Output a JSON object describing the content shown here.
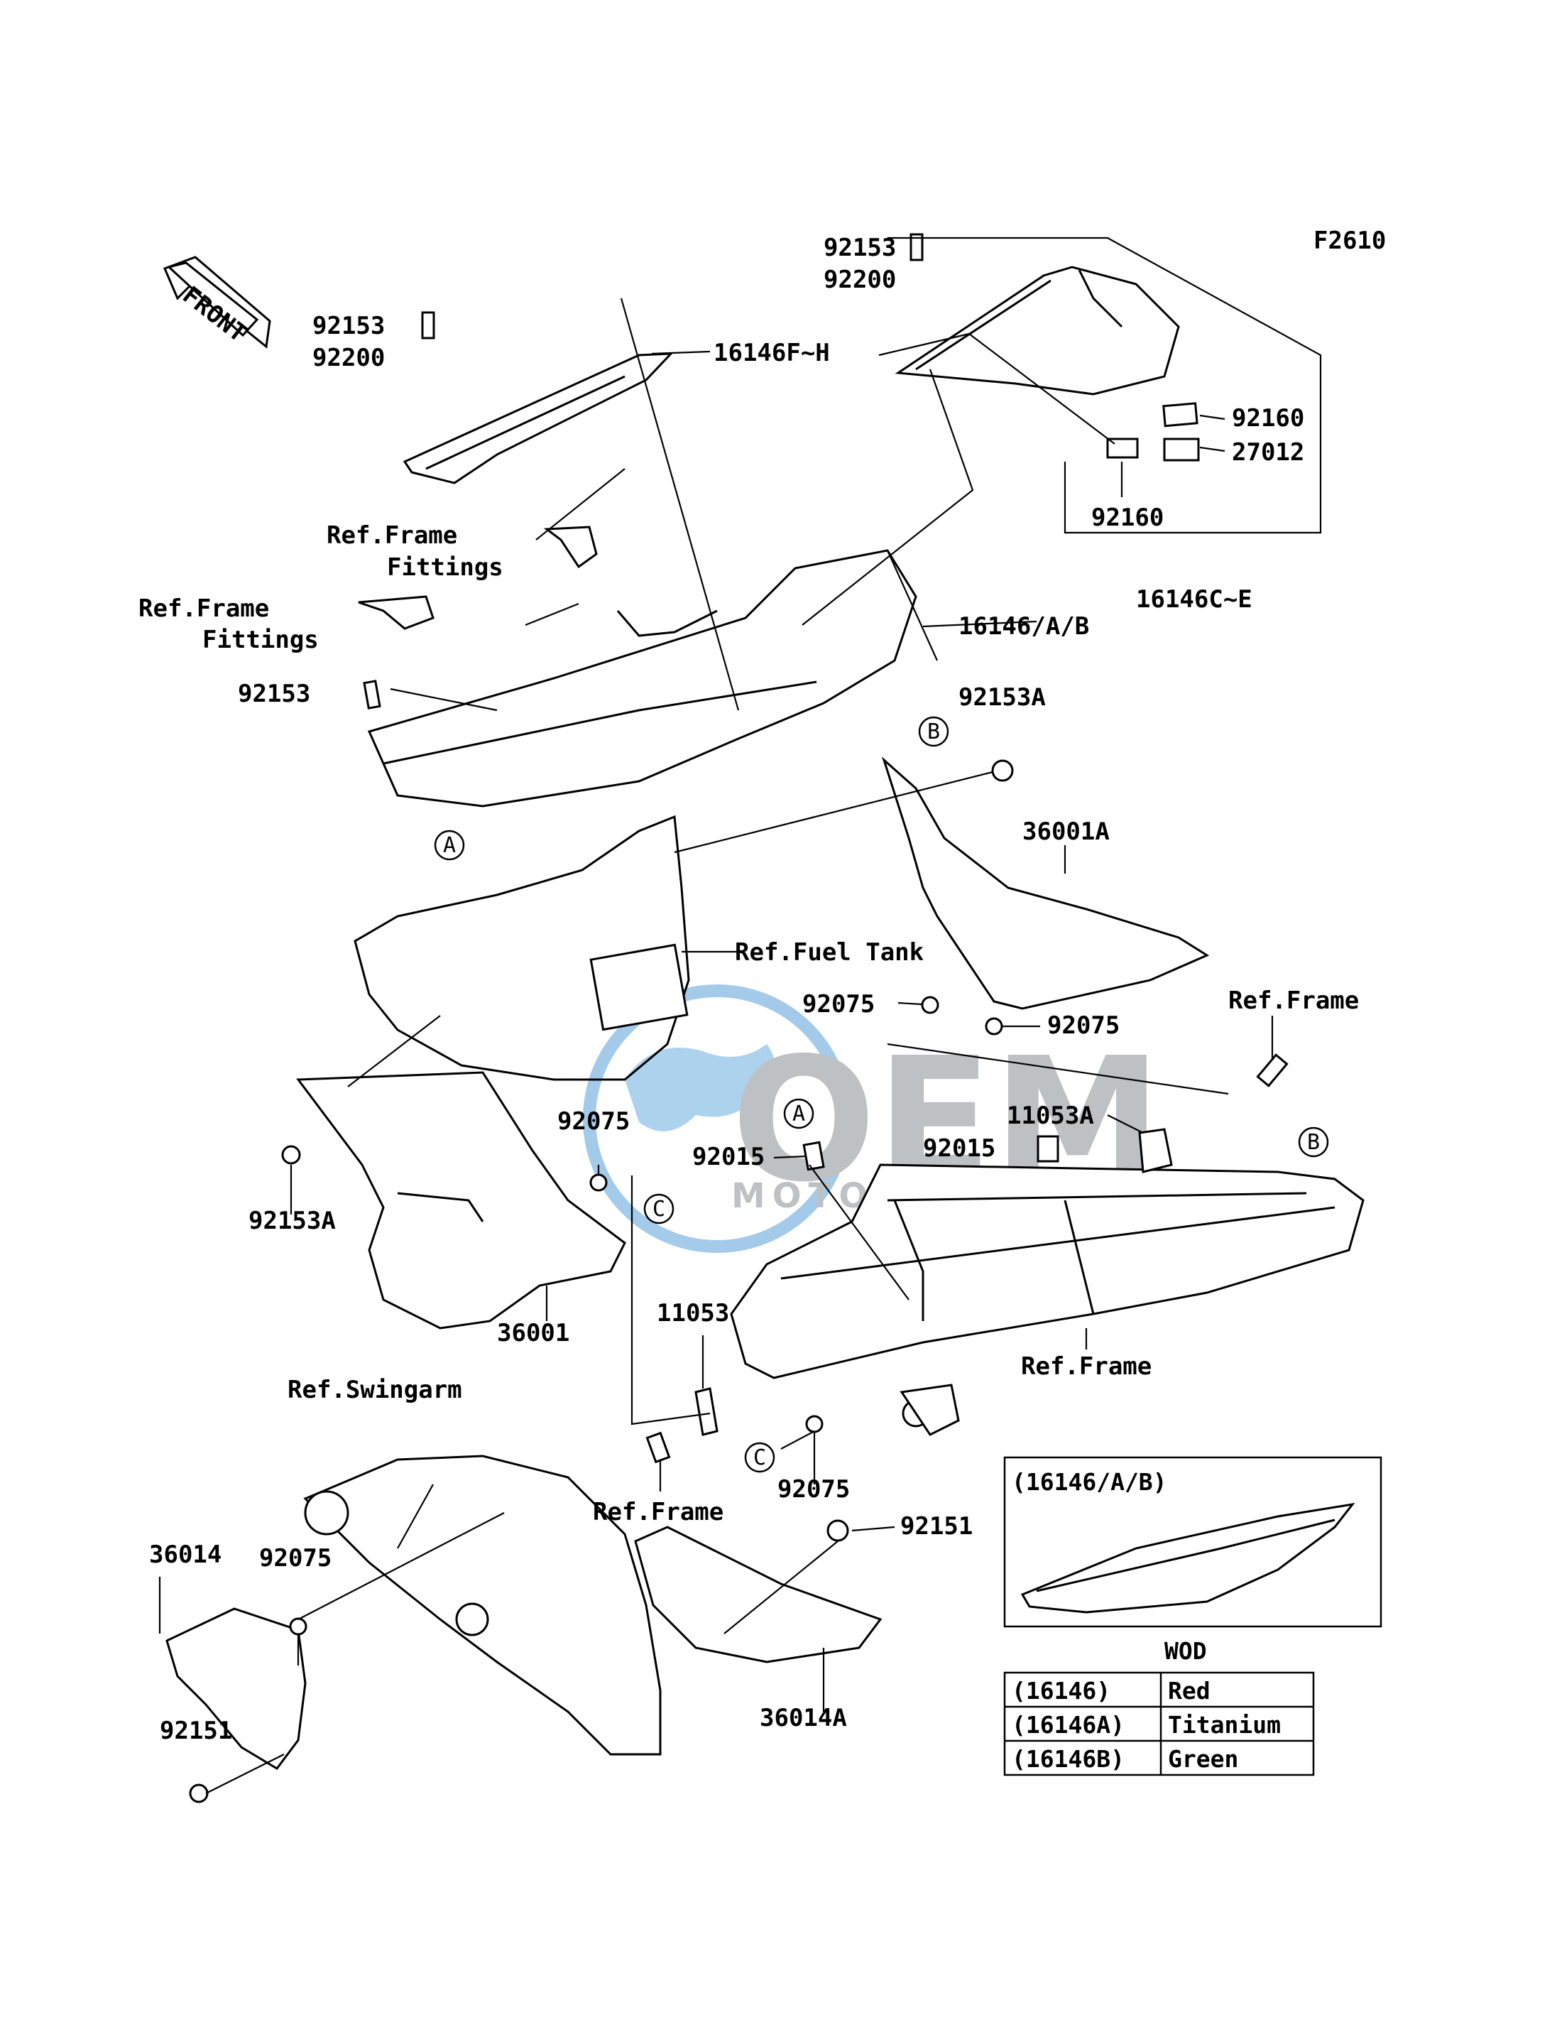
{
  "figure_code": "F2610",
  "front_arrow_label": "FRONT",
  "watermark": {
    "logo": "OEM",
    "subtitle": "MOTORPARTS",
    "colors": {
      "blue": "#2a6fb0",
      "grey": "#8a8f94"
    }
  },
  "labels": {
    "p92153_a": "92153",
    "p92200_a": "92200",
    "p92153_b": "92153",
    "p92200_b": "92200",
    "p16146FH": "16146F~H",
    "p92160_a": "92160",
    "p27012": "27012",
    "p92160_b": "92160",
    "p16146CE": "16146C~E",
    "ref_frame_fittings_1": "Ref.Frame",
    "ref_frame_fittings_1b": "Fittings",
    "ref_frame_fittings_2": "Ref.Frame",
    "ref_frame_fittings_2b": "Fittings",
    "p16146AB": "16146/A/B",
    "p92153_c": "92153",
    "p92153A_a": "92153A",
    "p36001A": "36001A",
    "ref_fuel_tank": "Ref.Fuel Tank",
    "p92075_a": "92075",
    "p92075_b": "92075",
    "ref_frame_1": "Ref.Frame",
    "p11053A": "11053A",
    "p92015_a": "92015",
    "p92075_c": "92075",
    "p92015_b": "92015",
    "p92153A_b": "92153A",
    "p36001": "36001",
    "p11053": "11053",
    "ref_frame_2": "Ref.Frame",
    "ref_swingarm": "Ref.Swingarm",
    "ref_frame_3": "Ref.Frame",
    "p92075_d": "92075",
    "p36014": "36014",
    "p92075_e": "92075",
    "p92151_a": "92151",
    "p36014A": "36014A",
    "p92151_b": "92151"
  },
  "ref_markers": {
    "A1": "A",
    "B1": "B",
    "C1": "C",
    "A2": "A",
    "B2": "B",
    "C2": "C"
  },
  "inset": {
    "title": "(16146/A/B)",
    "caption": "WOD",
    "rows": [
      {
        "code": "(16146)",
        "color": "Red"
      },
      {
        "code": "(16146A)",
        "color": "Titanium"
      },
      {
        "code": "(16146B)",
        "color": "Green"
      }
    ]
  }
}
